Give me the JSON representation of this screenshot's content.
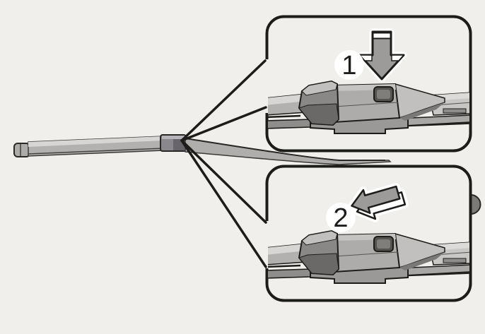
{
  "diagram": {
    "kind": "wiper-blade-replacement-illustration",
    "background": "#f1efec"
  },
  "callouts": [
    {
      "number": "1",
      "arrow_icon": "press-down-arrow"
    },
    {
      "number": "2",
      "arrow_icon": "slide-out-arrow"
    }
  ],
  "colors": {
    "outline": "#1c1c1a",
    "leader_line": "#1c1c1a",
    "arrow_fill": "#9d9b99",
    "badge_fill": "#ffffff",
    "badge_text": "#1c1c1a",
    "blade_light": "#d8d6d4",
    "blade_mid": "#b3b1af",
    "blade_dark": "#6b6967"
  }
}
